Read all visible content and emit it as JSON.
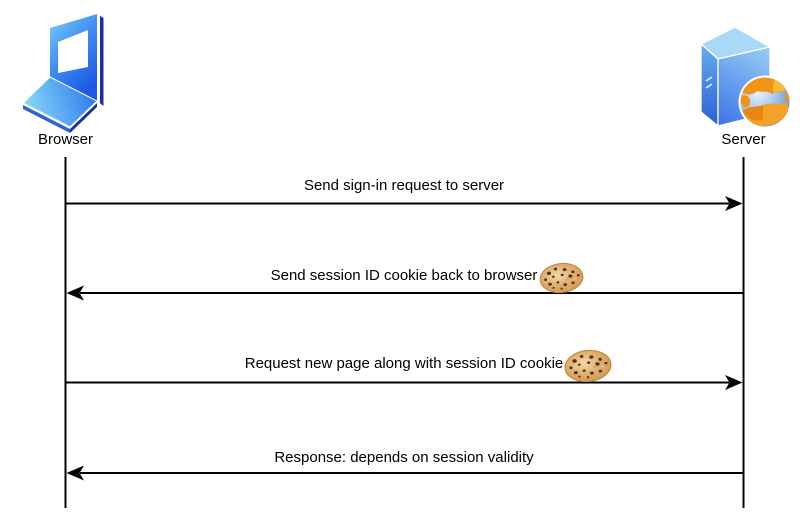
{
  "diagram": {
    "type": "sequence-diagram",
    "actors": [
      {
        "id": "browser",
        "label": "Browser",
        "icon": "laptop-icon",
        "lifeline_x": 65.5
      },
      {
        "id": "server",
        "label": "Server",
        "icon": "server-tower-globe-icon",
        "lifeline_x": 743.5
      }
    ],
    "messages": [
      {
        "index": 1,
        "from": "browser",
        "to": "server",
        "text": "Send sign-in request to server",
        "cookie": false
      },
      {
        "index": 2,
        "from": "server",
        "to": "browser",
        "text": "Send session ID cookie back to browser",
        "cookie": true
      },
      {
        "index": 3,
        "from": "browser",
        "to": "server",
        "text": "Request new page along with session ID cookie",
        "cookie": true
      },
      {
        "index": 4,
        "from": "server",
        "to": "browser",
        "text": "Response: depends on session validity",
        "cookie": false
      }
    ]
  },
  "icons": {
    "browser": "laptop-icon",
    "server": "server-tower-globe-icon",
    "cookie": "cookie-icon"
  },
  "colors": {
    "background": "#ffffff",
    "line": "#000000",
    "icon_blue_light": "#7fd0f8",
    "icon_blue_dark": "#1d5ae4",
    "icon_navy_edge": "#1c2e9b",
    "server_top_face": "#a9d9f7",
    "globe_orange": "#ef9415",
    "globe_ocean": "#8cb8e8",
    "cookie_tan": "#dcaa62",
    "cookie_chip": "#53301a"
  }
}
